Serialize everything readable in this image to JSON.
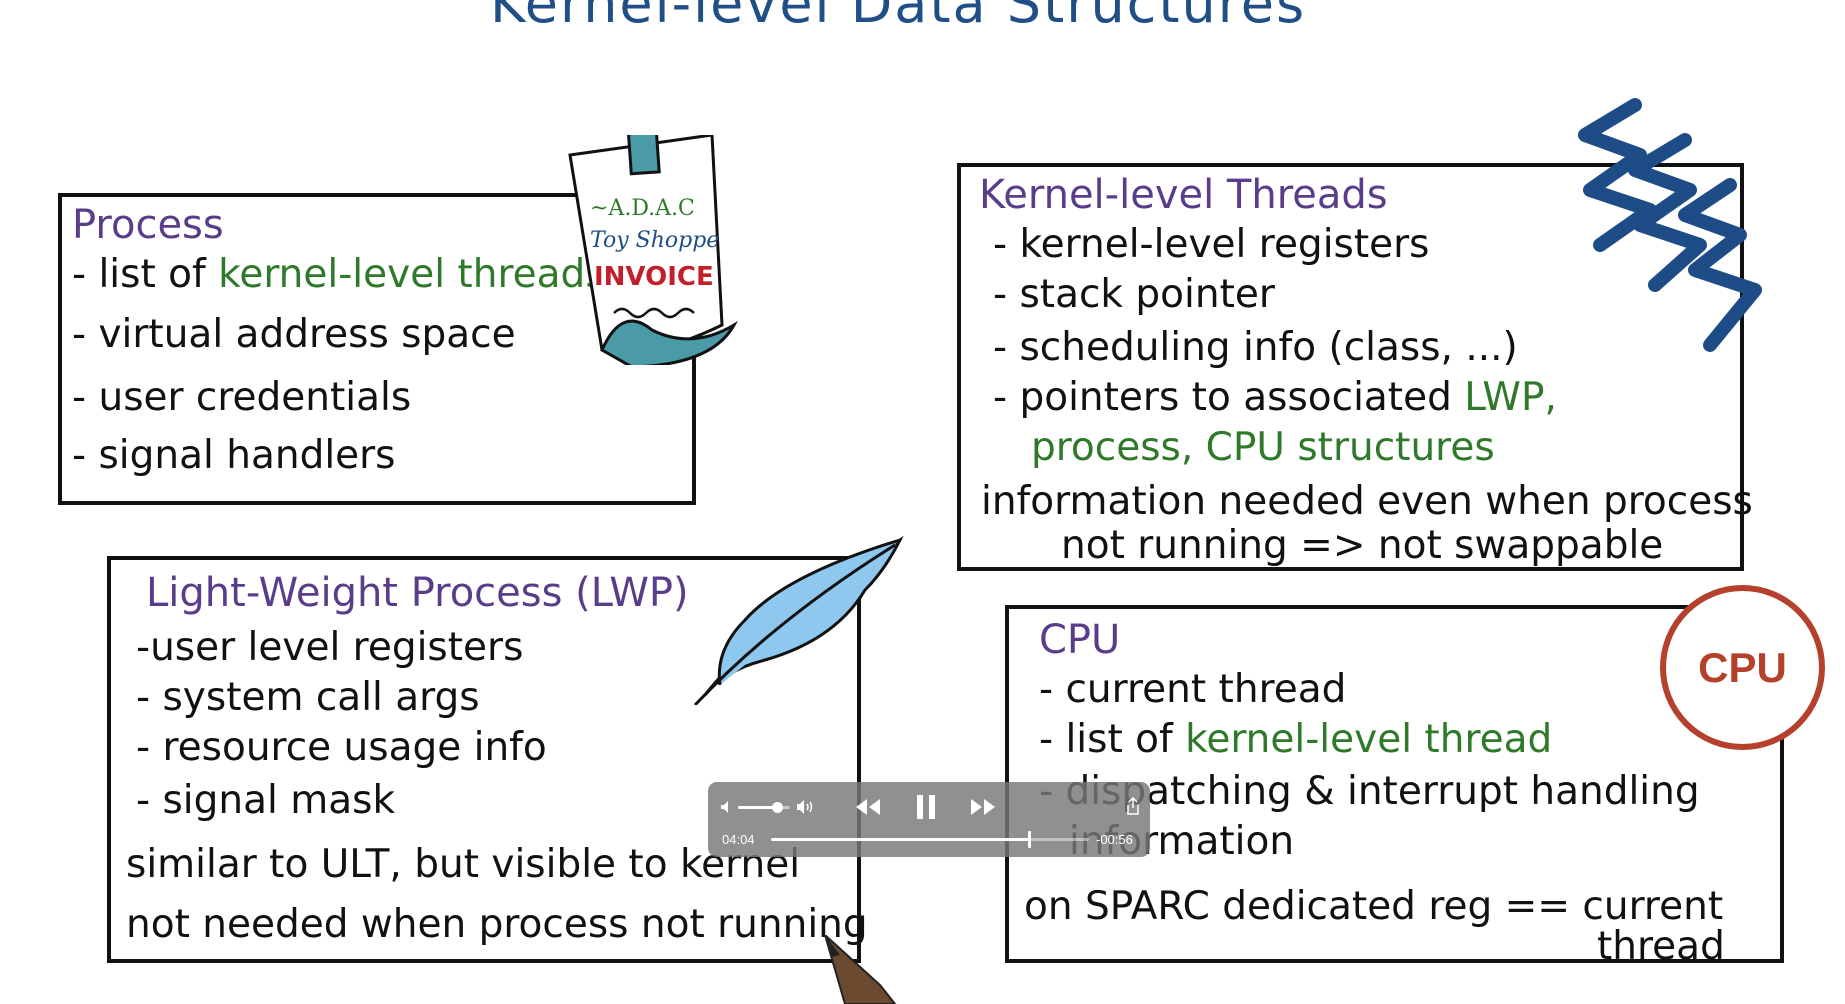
{
  "slide": {
    "title": "Kernel-level Data Structures"
  },
  "process_box": {
    "heading": "Process",
    "line1_prefix": "- list of ",
    "line1_highlight": "kernel-level threads",
    "line2": "- virtual address space",
    "line3": "- user credentials",
    "line4": "- signal handlers",
    "invoice": {
      "line1": "~A.D.A.C",
      "line2": "Toy Shoppe",
      "line3": "INVOICE"
    }
  },
  "klt_box": {
    "heading": "Kernel-level Threads",
    "line1": "- kernel-level registers",
    "line2": "- stack pointer",
    "line3": "- scheduling info (class, ...)",
    "line4_prefix": "- pointers to associated ",
    "line4_highlight": "LWP,",
    "line5_highlight": "process, CPU structures",
    "note1": "information needed even when process",
    "note2": "not running => not swappable"
  },
  "lwp_box": {
    "heading": "Light-Weight Process (LWP)",
    "line1": "-user level registers",
    "line2": "- system call args",
    "line3": "- resource usage info",
    "line4": "- signal mask",
    "note1": "similar to ULT, but visible to kernel",
    "note2": "not needed when process not running"
  },
  "cpu_box": {
    "heading": "CPU",
    "badge": "CPU",
    "line1": "- current thread",
    "line2_prefix": "- list of ",
    "line2_highlight": "kernel-level thread",
    "line3": "- dispatching & interrupt handling",
    "line4": "information",
    "note1": "on SPARC dedicated reg == current",
    "note2": "thread"
  },
  "player": {
    "elapsed": "04:04",
    "remaining": "-00:56",
    "progress": 0.81,
    "volume": 0.75,
    "icons": {
      "mute": "speaker-icon",
      "volume_max": "speaker-loud-icon",
      "rewind": "rewind-icon",
      "pause": "pause-icon",
      "forward": "fast-forward-icon",
      "share": "share-icon"
    }
  },
  "colors": {
    "title": "#1f4f86",
    "heading": "#5a3d8a",
    "highlight": "#2f7a2a",
    "cpu_badge": "#b5402c",
    "squiggle": "#1d4c86",
    "feather": "#8ec8ee"
  }
}
